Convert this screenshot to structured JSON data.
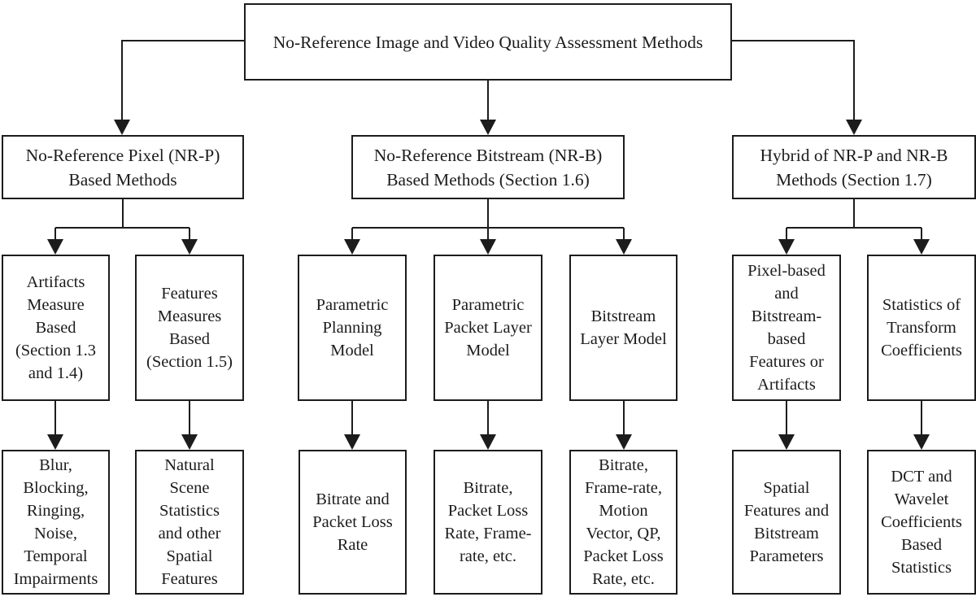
{
  "colors": {
    "ink": "#1c1c1c",
    "background": "#ffffff"
  },
  "flowchart": {
    "root": {
      "label": "No-Reference Image and Video Quality Assessment Methods"
    },
    "branches": [
      {
        "label": "No-Reference Pixel (NR-P)\nBased Methods",
        "children": [
          {
            "label": "Artifacts\nMeasure\nBased\n(Section 1.3\nand 1.4)",
            "leaf": "Blur,\nBlocking,\nRinging,\nNoise,\nTemporal\nImpairments"
          },
          {
            "label": "Features\nMeasures\nBased\n(Section 1.5)",
            "leaf": "Natural\nScene\nStatistics\nand other\nSpatial\nFeatures"
          }
        ]
      },
      {
        "label": "No-Reference Bitstream (NR-B)\nBased Methods (Section 1.6)",
        "children": [
          {
            "label": "Parametric\nPlanning\nModel",
            "leaf": "Bitrate and\nPacket Loss\nRate"
          },
          {
            "label": "Parametric\nPacket Layer\nModel",
            "leaf": "Bitrate,\nPacket Loss\nRate, Frame-\nrate, etc."
          },
          {
            "label": "Bitstream\nLayer Model",
            "leaf": "Bitrate,\nFrame-rate,\nMotion\nVector, QP,\nPacket Loss\nRate, etc."
          }
        ]
      },
      {
        "label": "Hybrid of NR-P and NR-B\nMethods (Section 1.7)",
        "children": [
          {
            "label": "Pixel-based\nand\nBitstream-\nbased\nFeatures or\nArtifacts",
            "leaf": "Spatial\nFeatures and\nBitstream\nParameters"
          },
          {
            "label": "Statistics of\nTransform\nCoefficients",
            "leaf": "DCT and\nWavelet\nCoefficients\nBased\nStatistics"
          }
        ]
      }
    ]
  }
}
